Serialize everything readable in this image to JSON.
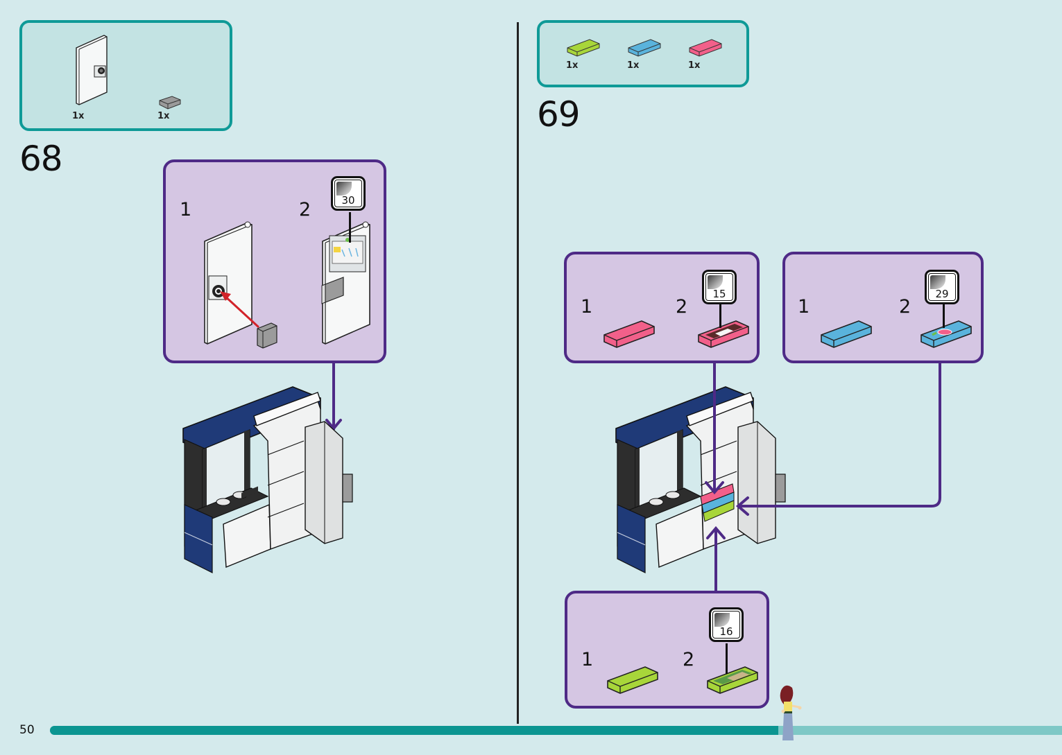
{
  "page": {
    "page_number": "50",
    "progress_percent": 72
  },
  "step68": {
    "number": "68",
    "parts": [
      {
        "name": "white-door",
        "qty": "1x"
      },
      {
        "name": "gray-tile",
        "qty": "1x"
      }
    ],
    "substeps": [
      {
        "label": "1"
      },
      {
        "label": "2",
        "sticker": "30"
      }
    ]
  },
  "step69": {
    "number": "69",
    "parts": [
      {
        "name": "lime-tile",
        "qty": "1x",
        "color": "#a8d63a"
      },
      {
        "name": "blue-tile",
        "qty": "1x",
        "color": "#5ab3dc"
      },
      {
        "name": "pink-tile",
        "qty": "1x",
        "color": "#f2608a"
      }
    ],
    "subassemblies": [
      {
        "name": "pink",
        "color": "#f2608a",
        "steps": [
          {
            "label": "1"
          },
          {
            "label": "2",
            "sticker": "15"
          }
        ]
      },
      {
        "name": "blue",
        "color": "#5ab3dc",
        "steps": [
          {
            "label": "1"
          },
          {
            "label": "2",
            "sticker": "29"
          }
        ]
      },
      {
        "name": "lime",
        "color": "#a8d63a",
        "steps": [
          {
            "label": "1"
          },
          {
            "label": "2",
            "sticker": "16"
          }
        ]
      }
    ]
  },
  "colors": {
    "background": "#d4eaec",
    "parts_border": "#0f9a97",
    "subassembly_border": "#4e2a86",
    "subassembly_fill": "#d5c6e3",
    "arrow": "#4e2a86",
    "navy": "#1f3a78",
    "red_arrow": "#d2232a"
  }
}
